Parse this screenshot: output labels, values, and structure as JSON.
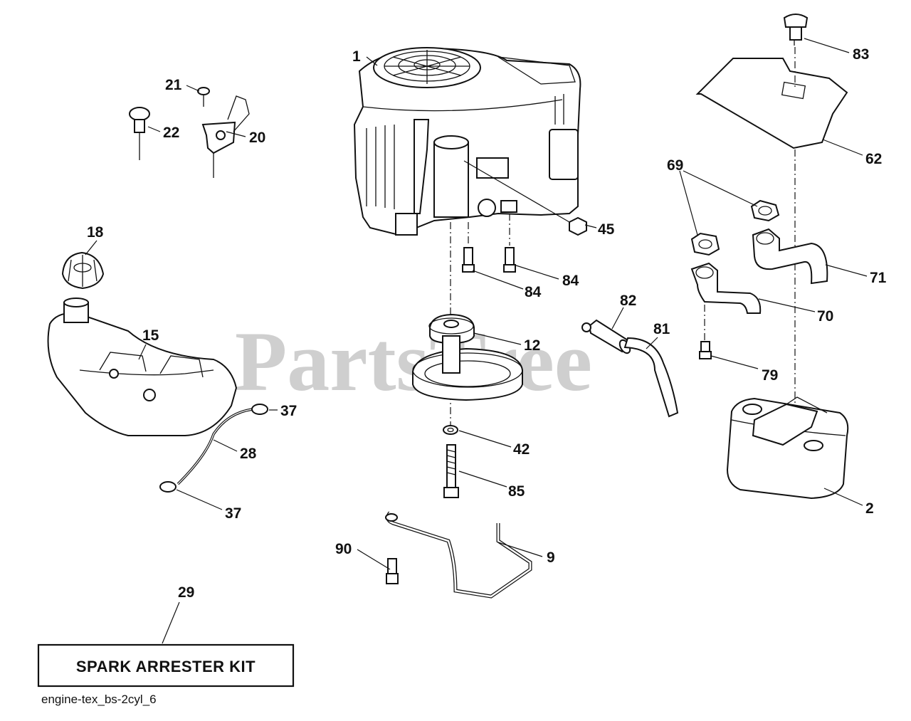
{
  "watermark": "PartsTree",
  "kit": {
    "label": "SPARK ARRESTER KIT",
    "number": "29"
  },
  "diagram_id": "engine-tex_bs-2cyl_6",
  "callouts": {
    "c1": "1",
    "c2": "2",
    "c9": "9",
    "c12": "12",
    "c15": "15",
    "c18": "18",
    "c20": "20",
    "c21": "21",
    "c22": "22",
    "c28": "28",
    "c37a": "37",
    "c37b": "37",
    "c42": "42",
    "c45": "45",
    "c62": "62",
    "c69": "69",
    "c70": "70",
    "c71": "71",
    "c79": "79",
    "c81": "81",
    "c82": "82",
    "c83": "83",
    "c84a": "84",
    "c84b": "84",
    "c85": "85",
    "c90": "90"
  }
}
